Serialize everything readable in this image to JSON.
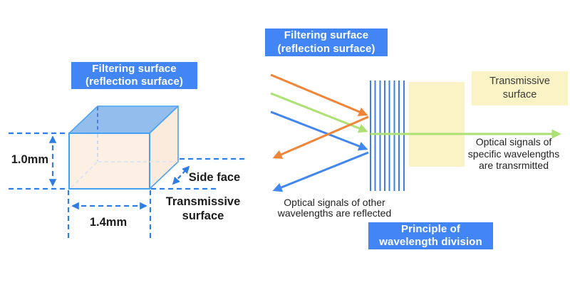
{
  "colors": {
    "label_blue": "#4285F4",
    "dimension_blue": "#2E7CE4",
    "cube_outline_blue": "#4DA3F0",
    "cube_top_face": "#92BDEC",
    "cube_front_face": "#FCEFE4",
    "cube_side_face": "#FAEBDD",
    "filter_line_blue": "#3D7FE0",
    "filter_body_yellow": "#FAF3C5",
    "ray_orange": "#F08438",
    "ray_green": "#ADE173",
    "ray_blue": "#4286F0"
  },
  "left_diagram": {
    "filtering_label_line1": "Filtering surface",
    "filtering_label_line2": "(reflection surface)",
    "height_dimension": "1.0mm",
    "width_dimension": "1.4mm",
    "side_face_label": "Side face",
    "transmissive_label_line1": "Transmissive",
    "transmissive_label_line2": "surface"
  },
  "right_diagram": {
    "filtering_label_line1": "Filtering surface",
    "filtering_label_line2": "(reflection surface)",
    "transmissive_box_line1": "Transmissive",
    "transmissive_box_line2": "surface",
    "reflected_caption_line1": "Optical signals of other",
    "reflected_caption_line2": "wavelengths are reflected",
    "transmitted_caption_line1": "Optical signals of",
    "transmitted_caption_line2": "specific wavelengths",
    "transmitted_caption_line3": "are transrmitted",
    "principle_label_line1": "Principle of",
    "principle_label_line2": "wavelength division"
  }
}
